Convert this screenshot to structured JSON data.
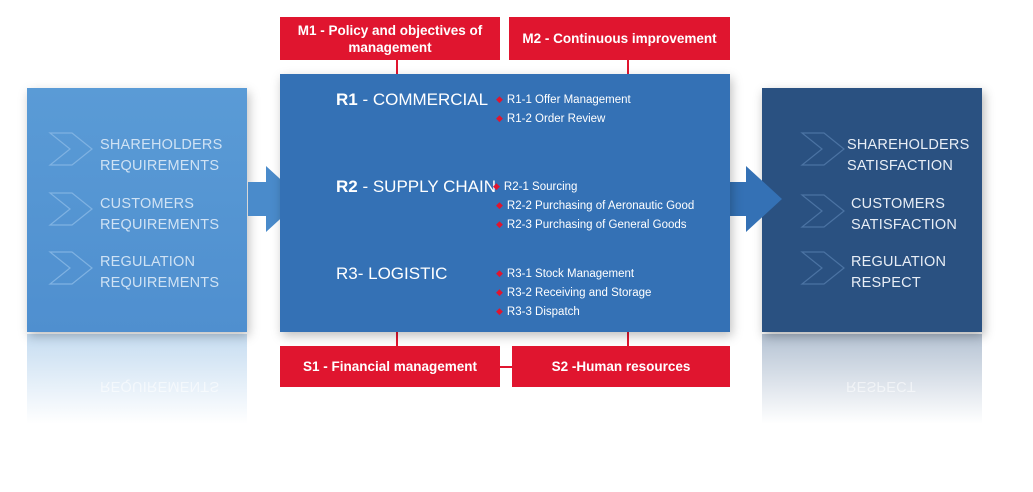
{
  "inputs": [
    {
      "line1": "SHAREHOLDERS",
      "line2": "REQUIREMENTS"
    },
    {
      "line1": "CUSTOMERS",
      "line2": "REQUIREMENTS"
    },
    {
      "line1": "REGULATION",
      "line2": "REQUIREMENTS"
    }
  ],
  "outputs": [
    {
      "line1": "SHAREHOLDERS",
      "line2": "SATISFACTION"
    },
    {
      "line1": "CUSTOMERS",
      "line2": "SATISFACTION"
    },
    {
      "line1": "REGULATION",
      "line2": "RESPECT"
    }
  ],
  "management": {
    "m1": "M1 - Policy and objectives of management",
    "m2": "M2 - Continuous improvement"
  },
  "support": {
    "s1": "S1 - Financial management",
    "s2": "S2 -Human resources"
  },
  "processes": [
    {
      "code": "R1",
      "name": " - COMMERCIAL",
      "items": [
        "R1-1 Offer Management",
        "R1-2 Order Review"
      ]
    },
    {
      "code": "R2",
      "name": " - SUPPLY CHAIN",
      "items": [
        "R2-1 Sourcing",
        "R2-2 Purchasing of Aeronautic Good",
        "R2-3 Purchasing of General Goods"
      ]
    },
    {
      "code": "R3",
      "name": "R3- LOGISTIC",
      "items": [
        "R3-1 Stock Management",
        "R3-2 Receiving and Storage",
        "R3-3 Dispatch"
      ]
    }
  ],
  "reflections": {
    "left": "REQUIREMENTS",
    "right": "RESPECT"
  },
  "colors": {
    "input_box": "#5a9bd6",
    "output_box": "#2a5181",
    "process_box": "#3471b5",
    "accent_red": "#e0152f"
  },
  "icons": [
    "chevron-right-icon",
    "arrow-right-icon",
    "diamond-bullet-icon"
  ]
}
